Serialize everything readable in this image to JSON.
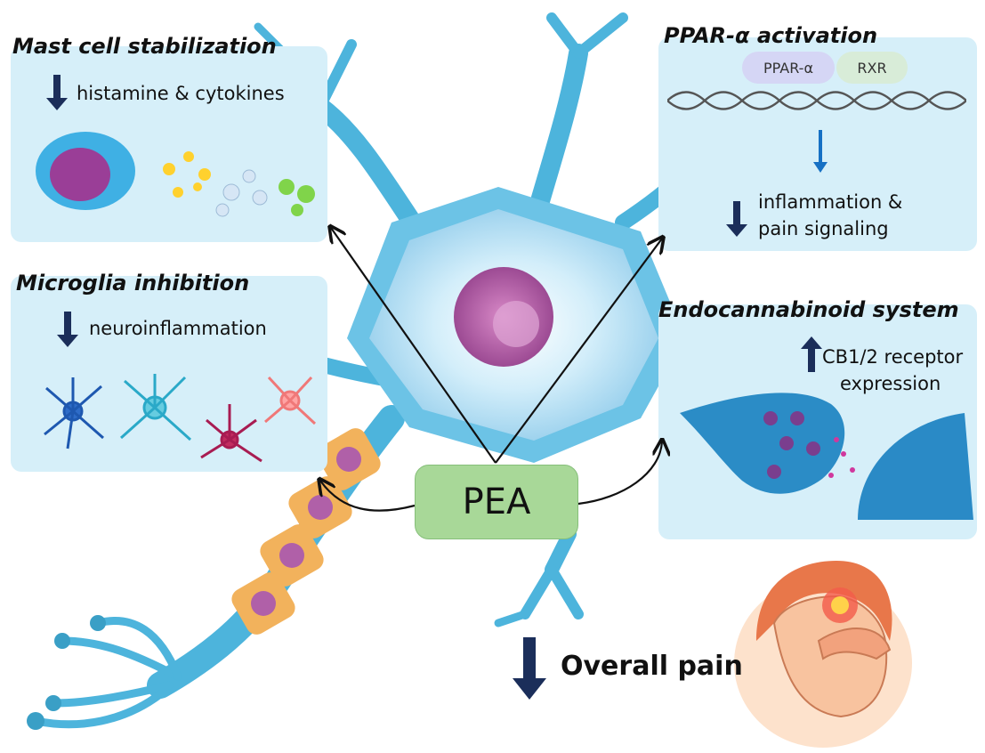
{
  "center": {
    "label": "PEA"
  },
  "mast_cell": {
    "title": "Mast cell stabilization",
    "effect": "histamine & cytokines",
    "effect_arrow": "down-arrow"
  },
  "microglia": {
    "title": "Microglia inhibition",
    "effect": "neuroinflammation",
    "effect_arrow": "down-arrow"
  },
  "ppar": {
    "title": "PPAR-α activation",
    "pill_left": "PPAR-α",
    "pill_right": "RXR",
    "effect_line1": "inflammation &",
    "effect_line2": "pain signaling",
    "effect_arrow": "down-arrow"
  },
  "endocannabinoid": {
    "title": "Endocannabinoid system",
    "effect_line1": "CB1/2 receptor",
    "effect_line2": "expression",
    "effect_arrow": "up-arrow"
  },
  "outcome": {
    "label": "Overall pain",
    "effect_arrow": "down-arrow"
  },
  "colors": {
    "panel": "#d6eff9",
    "pea_fill": "#a8d898",
    "neuron": "#4db4dc",
    "myelin": "#f2b25c",
    "arrow_dark": "#1b2e5a"
  }
}
